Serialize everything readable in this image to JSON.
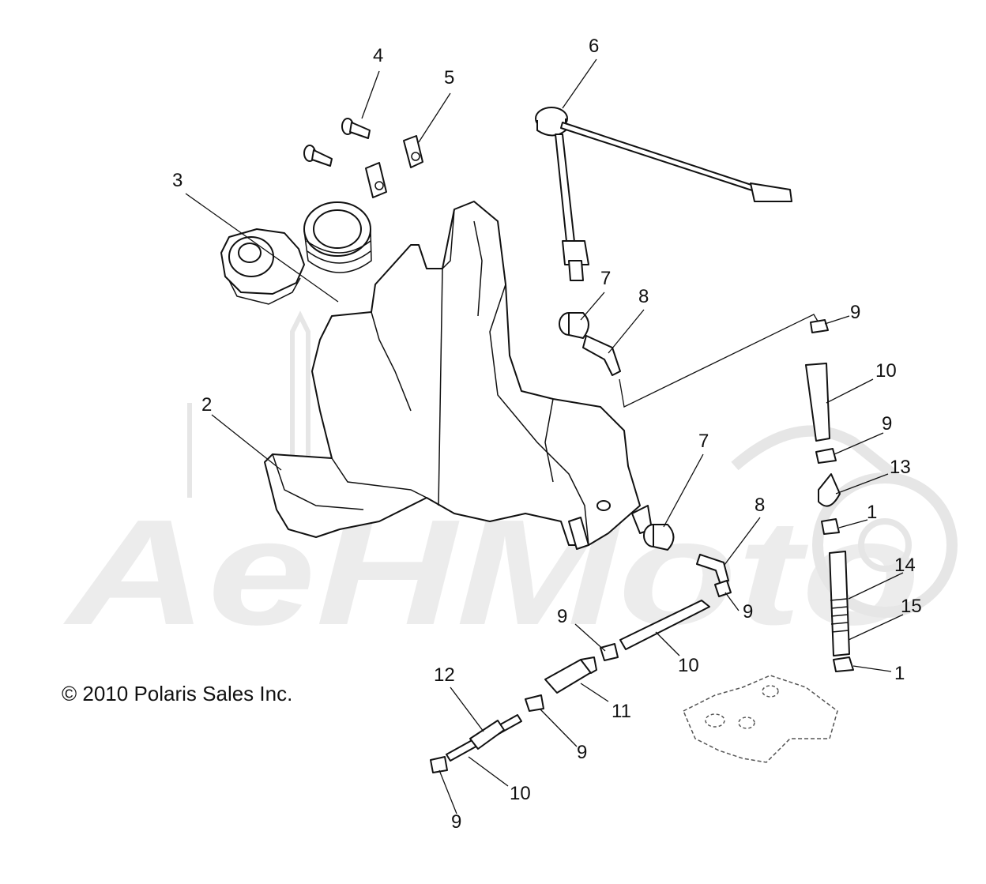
{
  "copyright": "© 2010 Polaris Sales Inc.",
  "watermark": {
    "text": "AeHMoto",
    "color": "#ececec"
  },
  "callouts": [
    {
      "id": "c1",
      "label": "1"
    },
    {
      "id": "c1b",
      "label": "1"
    },
    {
      "id": "c2",
      "label": "2"
    },
    {
      "id": "c3",
      "label": "3"
    },
    {
      "id": "c4",
      "label": "4"
    },
    {
      "id": "c5",
      "label": "5"
    },
    {
      "id": "c6",
      "label": "6"
    },
    {
      "id": "c7a",
      "label": "7"
    },
    {
      "id": "c7b",
      "label": "7"
    },
    {
      "id": "c8a",
      "label": "8"
    },
    {
      "id": "c8b",
      "label": "8"
    },
    {
      "id": "c9a",
      "label": "9"
    },
    {
      "id": "c9b",
      "label": "9"
    },
    {
      "id": "c9c",
      "label": "9"
    },
    {
      "id": "c9d",
      "label": "9"
    },
    {
      "id": "c9e",
      "label": "9"
    },
    {
      "id": "c9f",
      "label": "9"
    },
    {
      "id": "c10a",
      "label": "10"
    },
    {
      "id": "c10b",
      "label": "10"
    },
    {
      "id": "c10c",
      "label": "10"
    },
    {
      "id": "c11",
      "label": "11"
    },
    {
      "id": "c12",
      "label": "12"
    },
    {
      "id": "c13",
      "label": "13"
    },
    {
      "id": "c14",
      "label": "14"
    },
    {
      "id": "c15",
      "label": "15"
    }
  ]
}
